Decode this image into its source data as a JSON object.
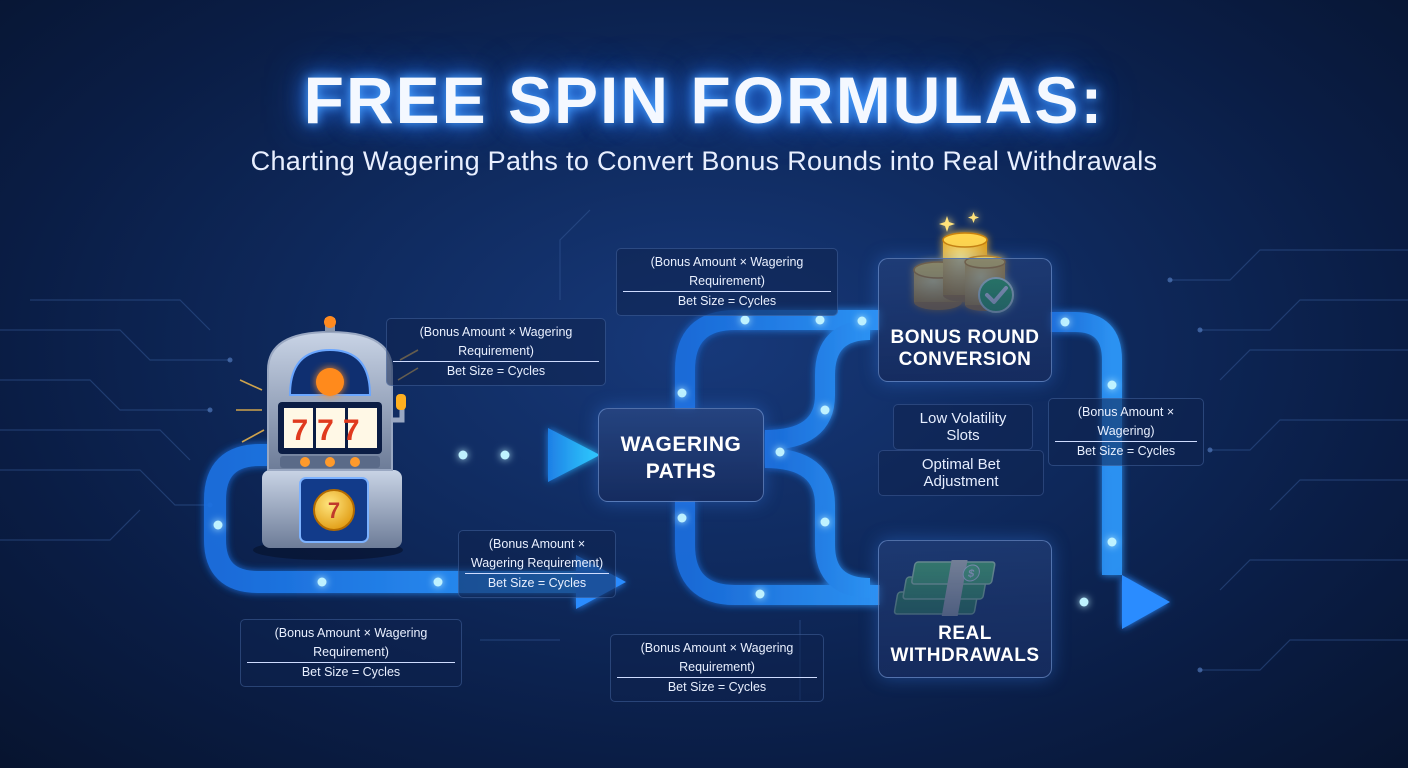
{
  "title": "FREE SPIN FORMULAS:",
  "subtitle": "Charting Wagering Paths to Convert Bonus Rounds into Real Withdrawals",
  "nodes": {
    "wagering": "WAGERING\nPATHS",
    "bonus": "BONUS ROUND\nCONVERSION",
    "real": "REAL\nWITHDRAWALS"
  },
  "tags": {
    "low_volatility": "Low Volatility Slots",
    "optimal_bet": "Optimal Bet Adjustment"
  },
  "slot_reels": "777",
  "formulas": [
    {
      "numerator": "(Bonus Amount × Wagering Requirement)",
      "denominator": "Bet Size = Cycles"
    },
    {
      "numerator": "(Bonus Amount × Wagering Requirement)",
      "denominator": "Bet Size = Cycles"
    },
    {
      "numerator": "(Bonus Amount × Wagering Requirement)",
      "denominator": "Bet Size = Cycles"
    },
    {
      "numerator": "(Bonus Amount × Wagering Requirement)",
      "denominator": "Bet Size = Cycles"
    },
    {
      "numerator": "(Bonus Amount × Wagering Requirement)",
      "denominator": "Bet Size = Cycles"
    },
    {
      "numerator": "(Bonus Amount × Wagering)",
      "denominator": "Bet Size = Cycles"
    }
  ],
  "colors": {
    "path": "#2a8cff",
    "arrow": "#22c4ff",
    "glow_dot": "#bff2ff"
  }
}
